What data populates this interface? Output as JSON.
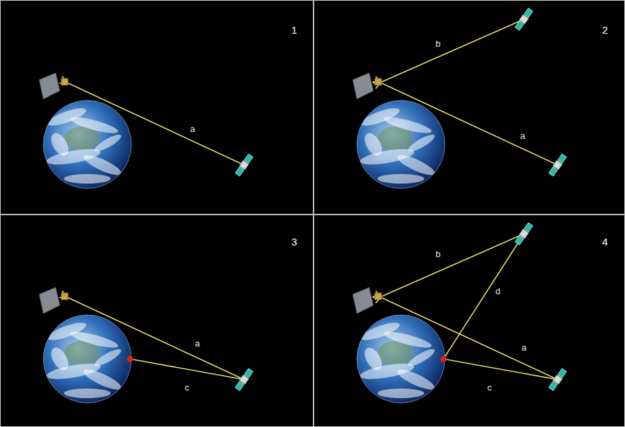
{
  "diagram": {
    "labels": [
      "1",
      "a",
      "2",
      "b",
      "a",
      "3",
      "a",
      "c",
      "4",
      "b",
      "d",
      "a",
      "c"
    ]
  }
}
